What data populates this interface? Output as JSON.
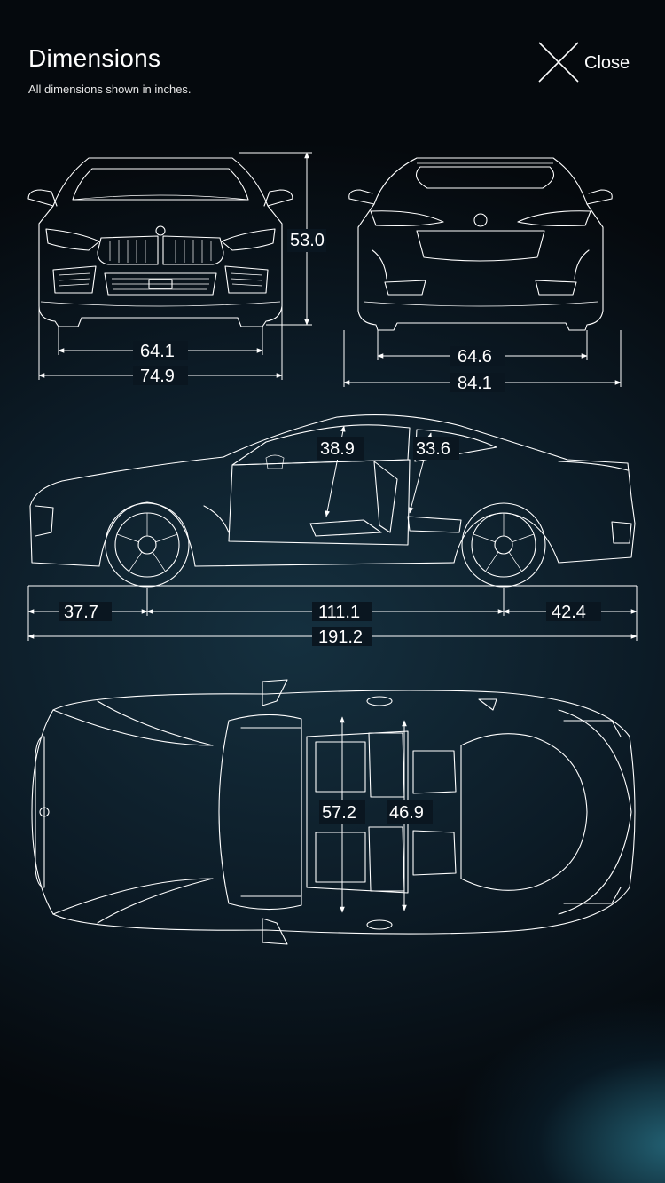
{
  "header": {
    "title": "Dimensions",
    "subtitle": "All dimensions shown in inches.",
    "close_label": "Close"
  },
  "views": {
    "front": {
      "height": "53.0",
      "track": "64.1",
      "width": "74.9"
    },
    "rear": {
      "track": "64.6",
      "width": "84.1"
    },
    "side": {
      "headroom_front": "38.9",
      "headroom_rear": "33.6",
      "front_overhang": "37.7",
      "wheelbase": "111.1",
      "rear_overhang": "42.4",
      "length": "191.2"
    },
    "top": {
      "shoulder_front": "57.2",
      "shoulder_rear": "46.9"
    }
  },
  "icons": {
    "close": "close-x-icon"
  },
  "colors": {
    "background": "#0c1b26",
    "lines": "#ffffff",
    "glow": "#3aaac8"
  }
}
